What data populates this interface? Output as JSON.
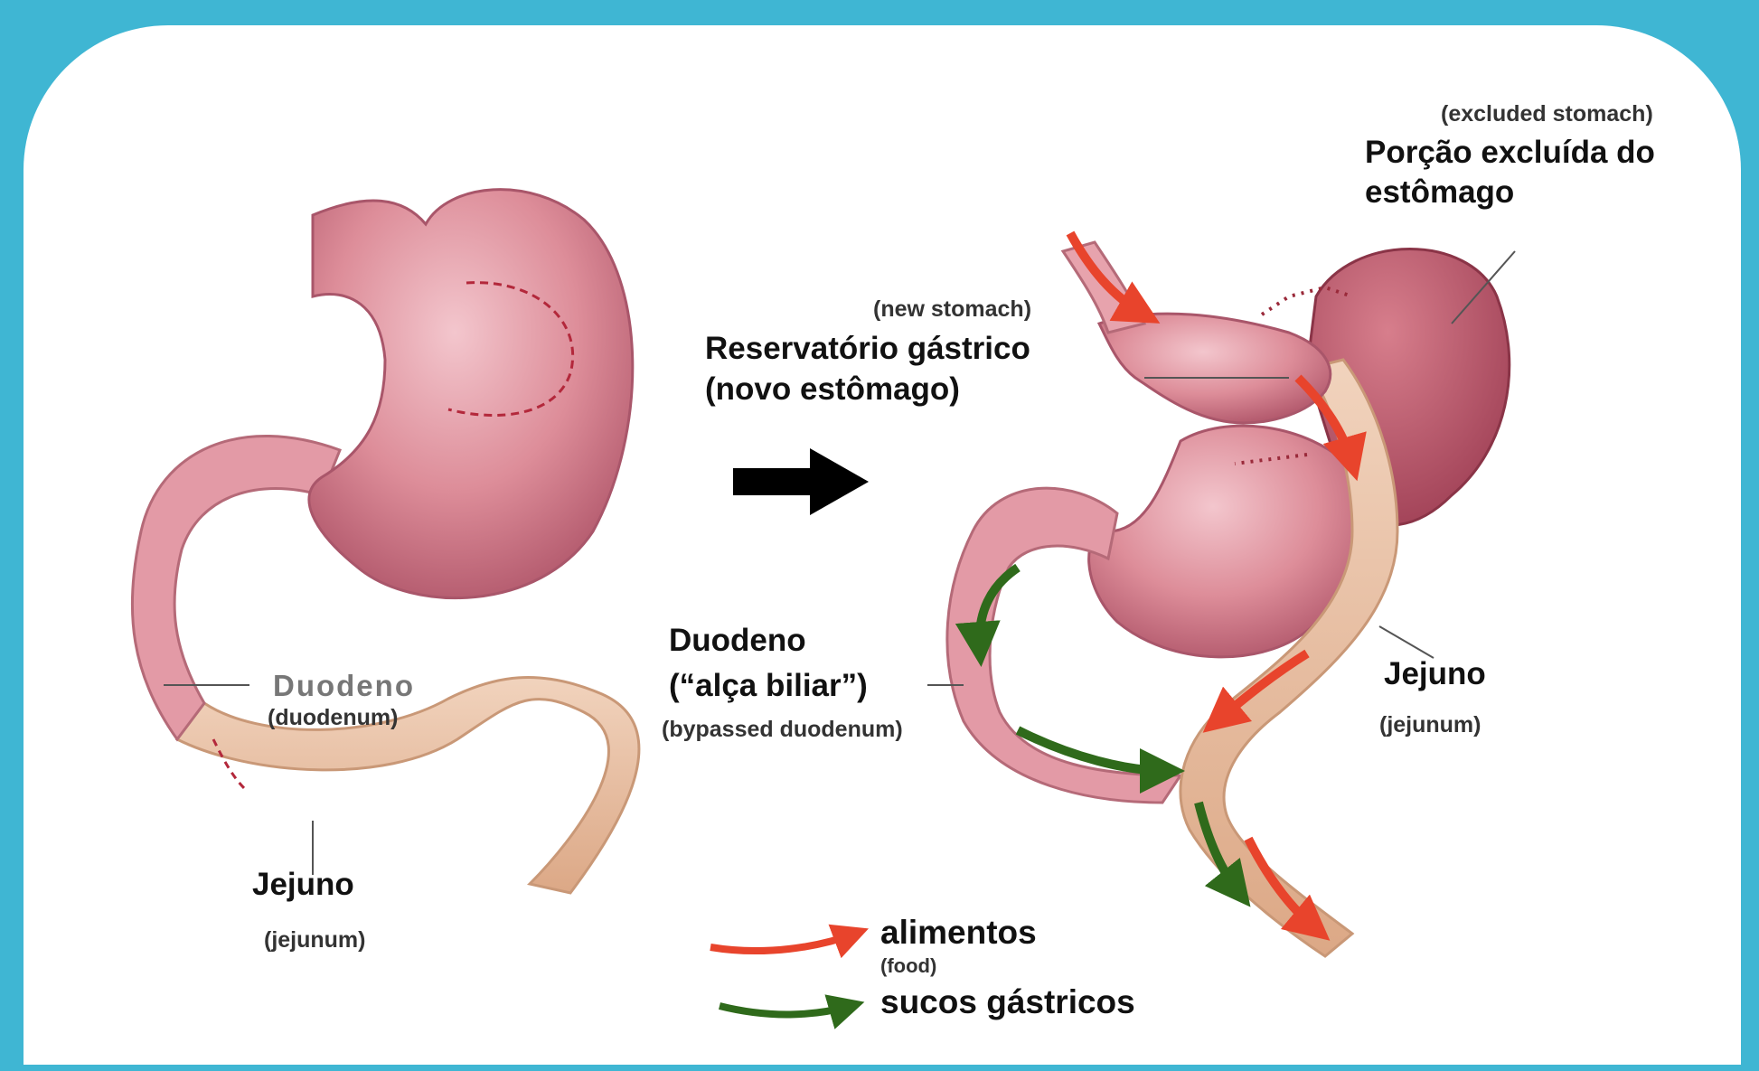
{
  "colors": {
    "frame": "#3fb6d3",
    "stomach": "#d9838f",
    "stomach_dark": "#b5566a",
    "jejunum": "#e7bd9e",
    "food_arrow": "#e8442c",
    "juice_arrow": "#2f6a1b",
    "staple": "#9a2a3a"
  },
  "left": {
    "duodeno": "Duodeno",
    "duodeno_en": "(duodenum)",
    "jejuno": "Jejuno",
    "jejuno_en": "(jejunum)"
  },
  "right": {
    "excluded_en": "(excluded stomach)",
    "excluded_pt_1": "Porção excluída do",
    "excluded_pt_2": "estômago",
    "new_en": "(new stomach)",
    "new_pt_1": "Reservatório gástrico",
    "new_pt_2": "(novo estômago)",
    "duo_pt_1": "Duodeno",
    "duo_pt_2": "(“alça biliar”)",
    "duo_en": "(bypassed duodenum)",
    "jejuno": "Jejuno",
    "jejuno_en": "(jejunum)"
  },
  "legend": {
    "food": "alimentos",
    "food_en": "(food)",
    "juices": "sucos gástricos"
  },
  "icons": [
    "transition-arrow-icon",
    "food-arrow-icon",
    "gastric-juice-arrow-icon"
  ]
}
